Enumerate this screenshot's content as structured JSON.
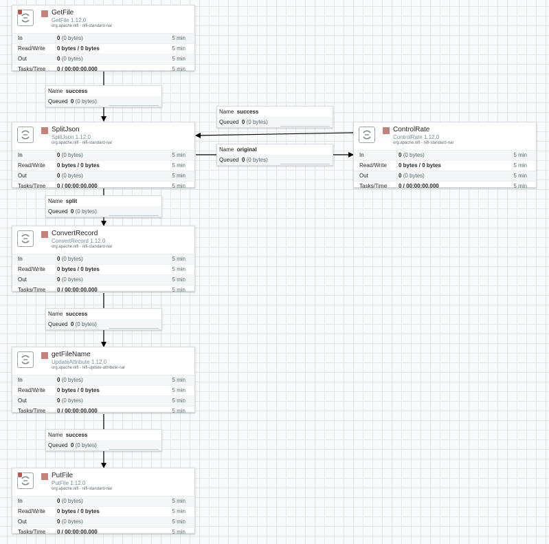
{
  "processors": [
    {
      "id": "getfile",
      "name": "GetFile",
      "type": "GetFile 1.12.0",
      "bundle": "org.apache.nifi - nifi-standard-nar",
      "restricted": true,
      "stats": {
        "in_label": "In",
        "in_value": "0",
        "in_detail": "(0 bytes)",
        "in_time": "5 min",
        "rw_label": "Read/Write",
        "rw_value": "0 bytes / 0 bytes",
        "rw_time": "5 min",
        "out_label": "Out",
        "out_value": "0",
        "out_detail": "(0 bytes)",
        "out_time": "5 min",
        "tasks_label": "Tasks/Time",
        "tasks_value": "0 / 00:00:00.000",
        "tasks_time": "5 min"
      }
    },
    {
      "id": "splitjson",
      "name": "SplitJson",
      "type": "SplitJson 1.12.0",
      "bundle": "org.apache.nifi - nifi-standard-nar",
      "restricted": false,
      "stats": {
        "in_label": "In",
        "in_value": "0",
        "in_detail": "(0 bytes)",
        "in_time": "5 min",
        "rw_label": "Read/Write",
        "rw_value": "0 bytes / 0 bytes",
        "rw_time": "5 min",
        "out_label": "Out",
        "out_value": "0",
        "out_detail": "(0 bytes)",
        "out_time": "5 min",
        "tasks_label": "Tasks/Time",
        "tasks_value": "0 / 00:00:00.000",
        "tasks_time": "5 min"
      }
    },
    {
      "id": "controlrate",
      "name": "ControlRate",
      "type": "ControlRate 1.12.0",
      "bundle": "org.apache.nifi - nifi-standard-nar",
      "restricted": false,
      "stats": {
        "in_label": "In",
        "in_value": "0",
        "in_detail": "(0 bytes)",
        "in_time": "5 min",
        "rw_label": "Read/Write",
        "rw_value": "0 bytes / 0 bytes",
        "rw_time": "5 min",
        "out_label": "Out",
        "out_value": "0",
        "out_detail": "(0 bytes)",
        "out_time": "5 min",
        "tasks_label": "Tasks/Time",
        "tasks_value": "0 / 00:00:00.000",
        "tasks_time": "5 min"
      }
    },
    {
      "id": "convertrecord",
      "name": "ConvertRecord",
      "type": "ConvertRecord 1.12.0",
      "bundle": "org.apache.nifi - nifi-standard-nar",
      "restricted": false,
      "stats": {
        "in_label": "In",
        "in_value": "0",
        "in_detail": "(0 bytes)",
        "in_time": "5 min",
        "rw_label": "Read/Write",
        "rw_value": "0 bytes / 0 bytes",
        "rw_time": "5 min",
        "out_label": "Out",
        "out_value": "0",
        "out_detail": "(0 bytes)",
        "out_time": "5 min",
        "tasks_label": "Tasks/Time",
        "tasks_value": "0 / 00:00:00.000",
        "tasks_time": "5 min"
      }
    },
    {
      "id": "getfilename",
      "name": "getFileName",
      "type": "UpdateAttribute 1.12.0",
      "bundle": "org.apache.nifi - nifi-update-attribute-nar",
      "restricted": false,
      "stats": {
        "in_label": "In",
        "in_value": "0",
        "in_detail": "(0 bytes)",
        "in_time": "5 min",
        "rw_label": "Read/Write",
        "rw_value": "0 bytes / 0 bytes",
        "rw_time": "5 min",
        "out_label": "Out",
        "out_value": "0",
        "out_detail": "(0 bytes)",
        "out_time": "5 min",
        "tasks_label": "Tasks/Time",
        "tasks_value": "0 / 00:00:00.000",
        "tasks_time": "5 min"
      }
    },
    {
      "id": "putfile",
      "name": "PutFile",
      "type": "PutFile 1.12.0",
      "bundle": "org.apache.nifi - nifi-standard-nar",
      "restricted": true,
      "stats": {
        "in_label": "In",
        "in_value": "0",
        "in_detail": "(0 bytes)",
        "in_time": "5 min",
        "rw_label": "Read/Write",
        "rw_value": "0 bytes / 0 bytes",
        "rw_time": "5 min",
        "out_label": "Out",
        "out_value": "0",
        "out_detail": "(0 bytes)",
        "out_time": "5 min",
        "tasks_label": "Tasks/Time",
        "tasks_value": "0 / 00:00:00.000",
        "tasks_time": "5 min"
      }
    }
  ],
  "connections": [
    {
      "id": "getfile-to-splitjson",
      "name_label": "Name",
      "name": "success",
      "queued_label": "Queued",
      "queued_count": "0",
      "queued_size": "(0 bytes)"
    },
    {
      "id": "controlrate-to-splitjson",
      "name_label": "Name",
      "name": "success",
      "queued_label": "Queued",
      "queued_count": "0",
      "queued_size": "(0 bytes)"
    },
    {
      "id": "splitjson-to-controlrate",
      "name_label": "Name",
      "name": "original",
      "queued_label": "Queued",
      "queued_count": "0",
      "queued_size": "(0 bytes)"
    },
    {
      "id": "splitjson-to-convertrecord",
      "name_label": "Name",
      "name": "split",
      "queued_label": "Queued",
      "queued_count": "0",
      "queued_size": "(0 bytes)"
    },
    {
      "id": "convertrecord-to-getfilename",
      "name_label": "Name",
      "name": "success",
      "queued_label": "Queued",
      "queued_count": "0",
      "queued_size": "(0 bytes)"
    },
    {
      "id": "getfilename-to-putfile",
      "name_label": "Name",
      "name": "success",
      "queued_label": "Queued",
      "queued_count": "0",
      "queued_size": "(0 bytes)"
    }
  ],
  "colors": {
    "stopped_state": "#c3817b",
    "restricted_badge": "#ba554a",
    "type_text": "#728e9b",
    "link": "#000000"
  }
}
